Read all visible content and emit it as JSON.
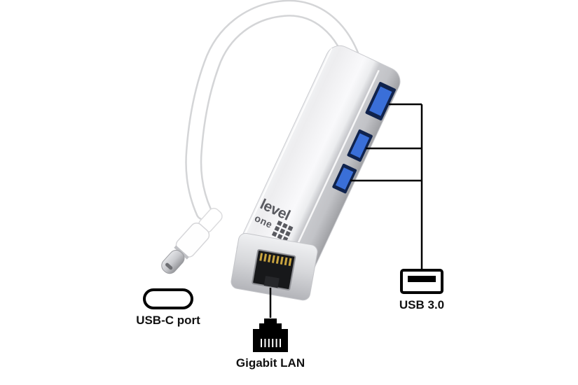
{
  "scene": {
    "background": "#ffffff",
    "device": {
      "type": "usb-c-multiport-hub",
      "logo": {
        "line1": "level",
        "line2": "one"
      },
      "usb_port_count": 3
    },
    "callouts": {
      "usb_c": {
        "label": "USB-C port",
        "icon": "usb-c-receptacle-icon"
      },
      "gigabit_lan": {
        "label": "Gigabit LAN",
        "icon": "rj45-plug-icon"
      },
      "usb_3_0": {
        "label": "USB 3.0",
        "icon": "usb-a-port-icon"
      }
    },
    "colors": {
      "hub_silver": "#e9eaec",
      "usb_port_blue": "#3a6fd8",
      "usb_port_slot": "#10234d",
      "cable_white": "#ffffff",
      "callout_line": "#000000",
      "label_text": "#111111",
      "rj45_pins_gold": "#c9a43f"
    }
  }
}
